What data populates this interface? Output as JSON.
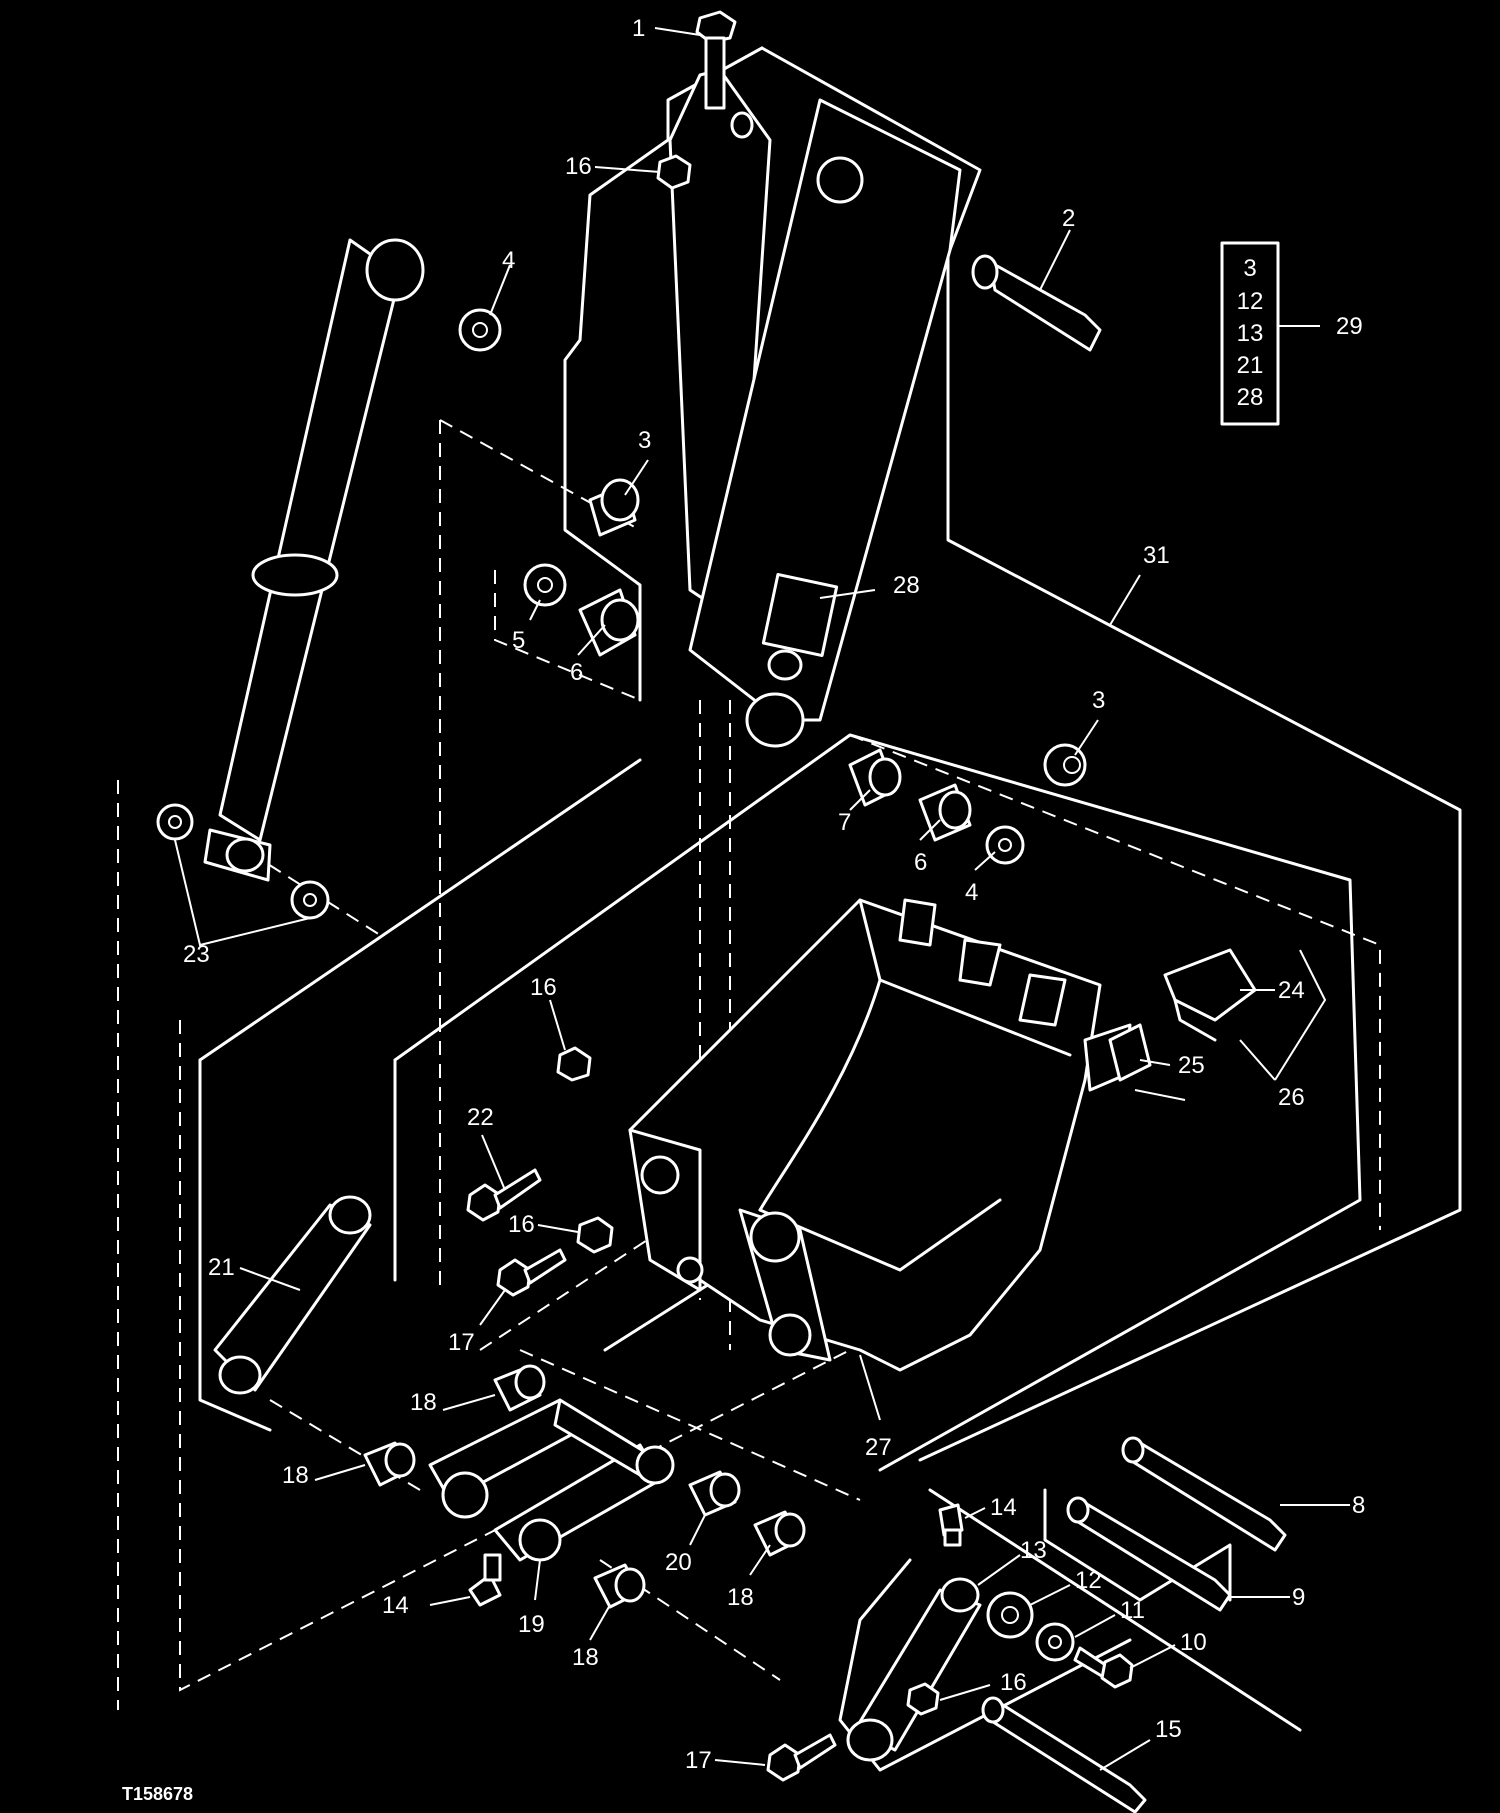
{
  "figure": {
    "reference_code": "T158678"
  },
  "callouts": {
    "c1": "1",
    "c2": "2",
    "c3a": "3",
    "c3b": "3",
    "c4a": "4",
    "c4b": "4",
    "c5": "5",
    "c6a": "6",
    "c6b": "6",
    "c7": "7",
    "c8": "8",
    "c9": "9",
    "c10": "10",
    "c11": "11",
    "c12": "12",
    "c13": "13",
    "c14a": "14",
    "c14b": "14",
    "c15": "15",
    "c16a": "16",
    "c16b": "16",
    "c16c": "16",
    "c16d": "16",
    "c17a": "17",
    "c17b": "17",
    "c18a": "18",
    "c18b": "18",
    "c18c": "18",
    "c18d": "18",
    "c19": "19",
    "c20": "20",
    "c21": "21",
    "c22": "22",
    "c23": "23",
    "c24": "24",
    "c25": "25",
    "c26": "26",
    "c27": "27",
    "c28": "28",
    "c31": "31"
  },
  "kit_box": {
    "items": [
      "3",
      "12",
      "13",
      "21",
      "28"
    ],
    "kit_number": "29"
  }
}
